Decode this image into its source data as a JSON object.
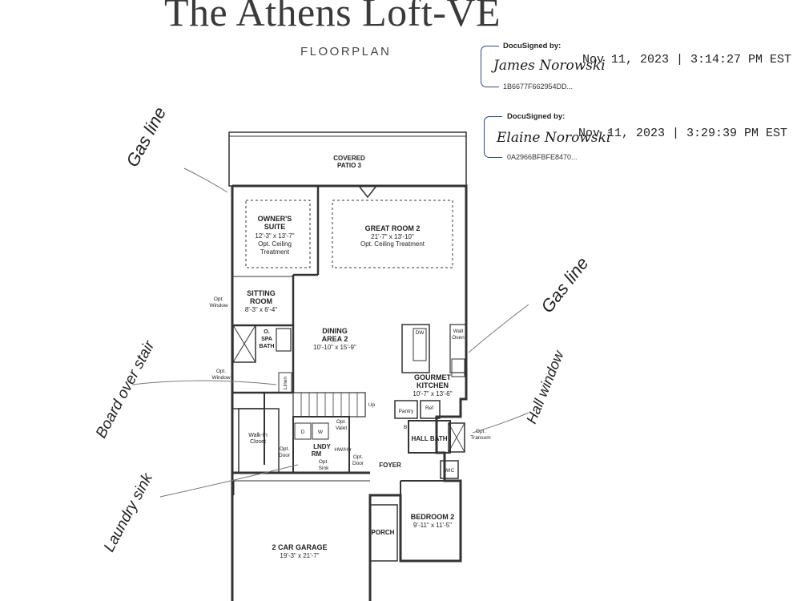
{
  "document": {
    "title": "The Athens Loft-VE",
    "subtitle": "FLOORPLAN"
  },
  "signatures": [
    {
      "header": "DocuSigned by:",
      "signer_name": "James Norowski",
      "envelope_id": "1B6677F662954DD...",
      "timestamp": "Nov 11, 2023 | 3:14:27 PM EST"
    },
    {
      "header": "DocuSigned by:",
      "signer_name": "Elaine Norowski",
      "envelope_id": "0A2966BFBFE8470...",
      "timestamp": "Nov 11, 2023 | 3:29:39 PM EST"
    }
  ],
  "rooms": {
    "patio": {
      "name": "COVERED",
      "name2": "PATIO 3"
    },
    "owners_suite": {
      "name": "OWNER'S",
      "name2": "SUITE",
      "dims": "12'-3\" x 13'-7\"",
      "note": "Opt. Ceiling",
      "note2": "Treatment"
    },
    "great_room": {
      "name": "GREAT ROOM 2",
      "dims": "21'-7\" x 13'-10\"",
      "note": "Opt. Ceiling Treatment"
    },
    "sitting_room": {
      "name": "SITTING",
      "name2": "ROOM",
      "dims": "8'-3\" x 6'-4\""
    },
    "dining": {
      "name": "DINING",
      "name2": "AREA 2",
      "dims": "10'-10\" x 15'-9\""
    },
    "spa_bath": {
      "name": "O.",
      "name2": "SPA",
      "name3": "BATH"
    },
    "kitchen": {
      "name": "GOURMET",
      "name2": "KITCHEN",
      "dims": "10'-7\" x 13'-6\""
    },
    "walkin": {
      "name": "Walk-In",
      "name2": "Closet"
    },
    "laundry": {
      "name": "LNDY",
      "name2": "RM"
    },
    "hall_bath": {
      "name": "HALL BATH"
    },
    "foyer": {
      "name": "FOYER"
    },
    "bedroom2": {
      "name": "BEDROOM 2",
      "dims": "9'-11\" x 11'-5\""
    },
    "porch": {
      "name": "PORCH"
    },
    "garage": {
      "name": "2 CAR GARAGE",
      "dims": "19'-3\" x 21'-7\""
    }
  },
  "plan_labels": {
    "opt_window": "Opt.",
    "window": "Window",
    "linen": "Linen",
    "up": "Up",
    "pantry": "Pantry",
    "ref": "Ref",
    "dw": "DW",
    "wall_oven": "Wall",
    "wall_oven2": "Oven",
    "opt_transom": "Opt.",
    "transom": "Transom",
    "opt_door": "Opt.",
    "door": "Door",
    "opt_valet": "Opt.",
    "valet": "Valet",
    "hw_htr": "HW/Htr",
    "opt_sink": "Opt.",
    "sink": "Sink",
    "d": "D",
    "w": "W",
    "wic": "WIC",
    "b": "B"
  },
  "handwritten_notes": [
    "Gas line",
    "Gas line",
    "Board over stair",
    "Laundry sink",
    "Hall window"
  ]
}
